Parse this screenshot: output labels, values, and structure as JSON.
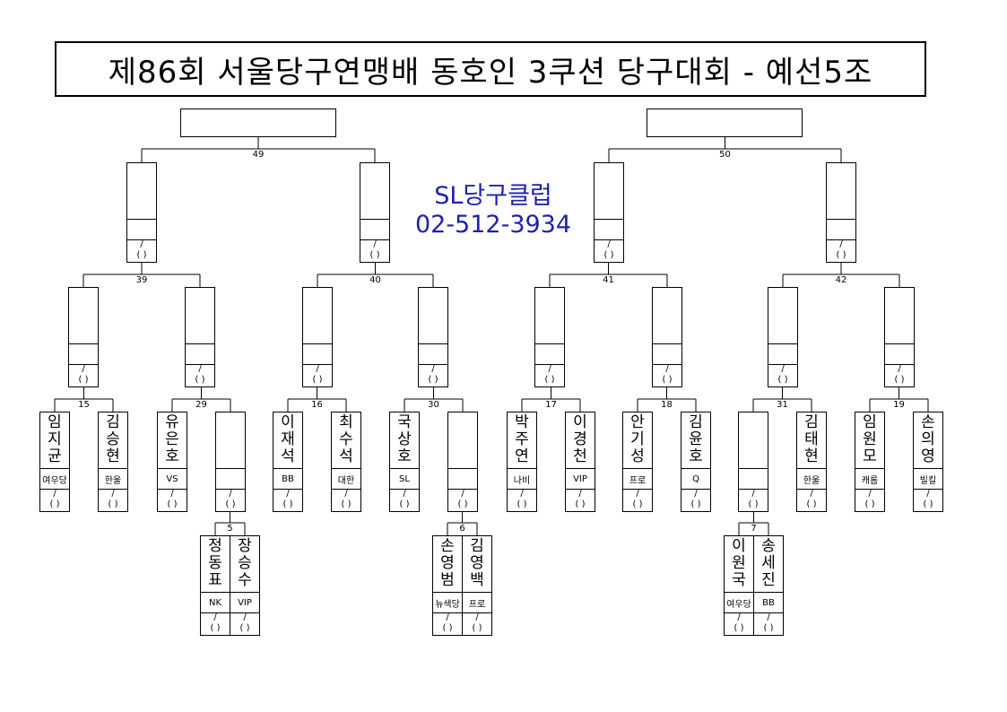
{
  "title": "제86회 서울당구연맹배 동호인 3쿠션 당구대회 - 예선5조",
  "sponsor": {
    "name": "SL당구클럽",
    "phone": "02-512-3934"
  },
  "score_placeholder": [
    "/",
    "( )"
  ],
  "players": {
    "p15a": {
      "name": "임지균",
      "team": "여우당"
    },
    "p15b": {
      "name": "김승현",
      "team": "한울"
    },
    "p29a": {
      "name": "유은호",
      "team": "VS"
    },
    "p16a": {
      "name": "이재석",
      "team": "BB"
    },
    "p16b": {
      "name": "최수석",
      "team": "대한"
    },
    "p30a": {
      "name": "국상호",
      "team": "SL"
    },
    "p17a": {
      "name": "박주연",
      "team": "나비"
    },
    "p17b": {
      "name": "이경천",
      "team": "VIP"
    },
    "p18a": {
      "name": "안기성",
      "team": "프로"
    },
    "p18b": {
      "name": "김윤호",
      "team": "Q"
    },
    "p31b": {
      "name": "김태현",
      "team": "한울"
    },
    "p19a": {
      "name": "임원모",
      "team": "캐롬"
    },
    "p19b": {
      "name": "손의영",
      "team": "빌킬"
    },
    "p5a": {
      "name": "정동표",
      "team": "NK"
    },
    "p5b": {
      "name": "장승수",
      "team": "VIP"
    },
    "p6a": {
      "name": "손영범",
      "team": "뉴색당"
    },
    "p6b": {
      "name": "김영백",
      "team": "프로"
    },
    "p7a": {
      "name": "이원국",
      "team": "여우당"
    },
    "p7b": {
      "name": "송세진",
      "team": "BB"
    }
  },
  "match_numbers": {
    "m5": "5",
    "m6": "6",
    "m7": "7",
    "m15": "15",
    "m16": "16",
    "m17": "17",
    "m18": "18",
    "m19": "19",
    "m29": "29",
    "m30": "30",
    "m31": "31",
    "m39": "39",
    "m40": "40",
    "m41": "41",
    "m42": "42",
    "m49": "49",
    "m50": "50"
  }
}
